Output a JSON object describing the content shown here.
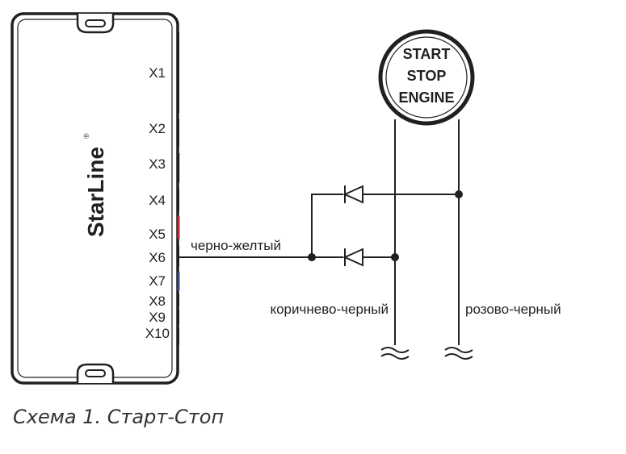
{
  "unit": {
    "brand": "StarLine",
    "brand_mark": "®",
    "connectors": [
      "X1",
      "X2",
      "X3",
      "X4",
      "X5",
      "X6",
      "X7",
      "X8",
      "X9",
      "X10"
    ]
  },
  "button": {
    "lines": [
      "START",
      "STOP",
      "ENGINE"
    ]
  },
  "wires": {
    "x6_wire": "черно-желтый",
    "brown_black": "коричнево-черный",
    "pink_black": "розово-черный"
  },
  "caption": "Схема 1. Старт-Стоп",
  "colors": {
    "line": "#231f20",
    "x5_accent": "#c1272d",
    "x7_accent": "#3a4a8c"
  }
}
